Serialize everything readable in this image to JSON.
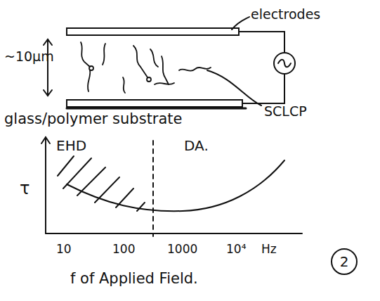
{
  "diagram": {
    "labels": [
      "electrodes",
      "~10μm",
      "glass/polymer substrate",
      "SCLCP",
      "EHD",
      "DA.",
      "τ",
      "10",
      "100",
      "1000",
      "10⁴",
      "Hz",
      "f of Applied Field.",
      "2"
    ]
  }
}
